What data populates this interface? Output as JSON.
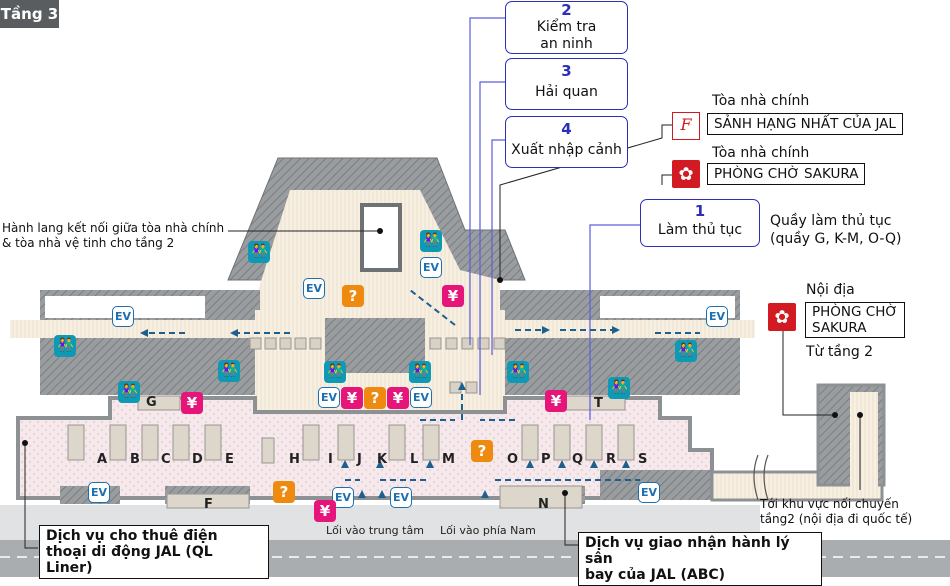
{
  "floor_tag": "Tầng 3",
  "colors": {
    "callout_border": "#2d2fb8",
    "ev_blue": "#1d6fb0",
    "restroom_teal": "#0e9ab5",
    "atm_pink": "#e5157a",
    "info_orange": "#ee8a10",
    "lounge_red": "#d11a22",
    "wall_gray": "#8e9194",
    "floor_cream": "#f6ecdc",
    "floor_pink": "#f4e4e8",
    "road_gray": "#a9adb0"
  },
  "callouts": [
    {
      "number": "1",
      "text": "Làm thủ tục"
    },
    {
      "number": "2",
      "text_line1": "Kiểm tra",
      "text_line2": "an ninh"
    },
    {
      "number": "3",
      "text": "Hải quan"
    },
    {
      "number": "4",
      "text": "Xuất nhập cảnh"
    }
  ],
  "checkin_note": {
    "line1": "Quầy làm thủ tục",
    "line2": "(quầy G, K-M, O-Q)"
  },
  "lounges": {
    "first_class": {
      "caption": "Tòa nhà chính",
      "name": "SẢNH HẠNG NHẤT CỦA JAL",
      "icon": "F"
    },
    "sakura_main": {
      "caption": "Tòa nhà chính",
      "name": "PHÒNG CHỜ SAKURA",
      "icon": "✿"
    },
    "sakura_domestic": {
      "caption": "Nội địa",
      "name_line1": "PHÒNG CHỜ",
      "name_line2": "SAKURA",
      "note": "Từ tầng 2",
      "icon": "✿"
    }
  },
  "corridor_label": {
    "line1": "Hành lang kết nối giữa tòa nhà chính",
    "line2": "& tòa nhà vệ tinh cho tầng 2"
  },
  "transfer_label": {
    "line1": "Tới khu vực nối chuyến",
    "line2": "tầng2 (nội địa đi quốc tế)"
  },
  "services": {
    "phone_rental": {
      "line1": "Dịch vụ cho thuê điện",
      "line2": "thoại di động JAL (QL Liner)"
    },
    "baggage": {
      "line1": "Dịch vụ giao nhận hành lý sân",
      "line2": "bay của JAL (ABC)"
    }
  },
  "entrances": {
    "center": "Lối vào trung tâm",
    "south": "Lối vào phía Nam"
  },
  "counters": [
    "A",
    "B",
    "C",
    "D",
    "E",
    "F",
    "G",
    "H",
    "I",
    "J",
    "K",
    "L",
    "M",
    "N",
    "O",
    "P",
    "Q",
    "R",
    "S",
    "T"
  ],
  "icon_labels": {
    "ev": "EV",
    "yen": "¥",
    "info": "?",
    "restroom": "👫"
  }
}
